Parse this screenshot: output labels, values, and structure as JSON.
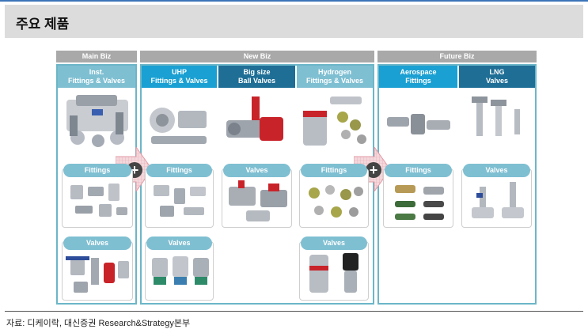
{
  "page_title": "주요 제품",
  "categories": {
    "main": "Main Biz",
    "new": "New Biz",
    "future": "Future Biz"
  },
  "columns": {
    "inst": {
      "line1": "Inst.",
      "line2": "Fittings & Valves"
    },
    "uhp": {
      "line1": "UHP",
      "line2": "Fittings & Valves"
    },
    "bigsize": {
      "line1": "Big size",
      "line2": "Ball Valves"
    },
    "hydrogen": {
      "line1": "Hydrogen",
      "line2": "Fittings & Valves"
    },
    "aerospace": {
      "line1": "Aerospace",
      "line2": "Fittings"
    },
    "lng": {
      "line1": "LNG",
      "line2": "Valves"
    }
  },
  "pills": {
    "fittings": "Fittings",
    "valves": "Valves"
  },
  "plus_symbol": "+",
  "source": "자료: 디케이락, 대신증권 Research&Strategy본부",
  "colors": {
    "header_bg": "#dcdcdc",
    "teal_border": "#6cb6c8",
    "pill": "#7fbfd2",
    "blue": "#1aa0d2",
    "navy": "#1e6e96"
  }
}
